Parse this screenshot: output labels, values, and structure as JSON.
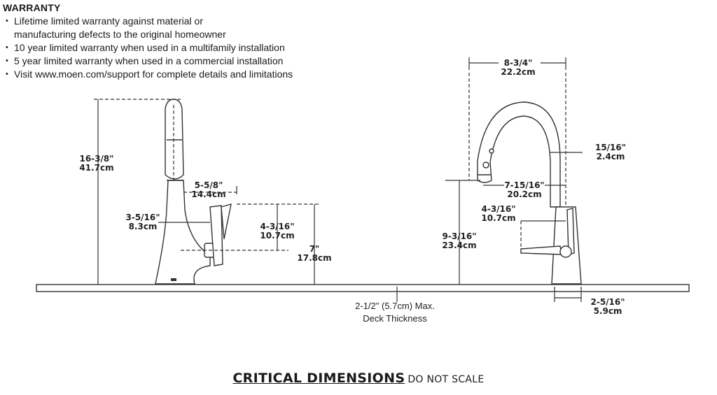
{
  "warranty": {
    "title": "WARRANTY",
    "items": [
      "Lifetime limited warranty against material or",
      "manufacturing defects to the original homeowner",
      "10 year limited warranty when used in a multifamily installation",
      "5 year limited warranty when used in a commercial installation",
      "Visit www.moen.com/support for complete details and limitations"
    ]
  },
  "side_view": {
    "height_in": "16-3/8\"",
    "height_cm": "41.7cm",
    "handle_depth_in": "5-5/8\"",
    "handle_depth_cm": "14.4cm",
    "base_height_in": "3-5/16\"",
    "base_height_cm": "8.3cm",
    "handle_height_in": "4-3/16\"",
    "handle_height_cm": "10.7cm",
    "handle_top_in": "7\"",
    "handle_top_cm": "17.8cm"
  },
  "front_view": {
    "spout_reach_in": "8-3/4\"",
    "spout_reach_cm": "22.2cm",
    "spout_dia_in": "15/16\"",
    "spout_dia_cm": "2.4cm",
    "spout_offset_in": "7-15/16\"",
    "spout_offset_cm": "20.2cm",
    "handle_reach_in": "4-3/16\"",
    "handle_reach_cm": "10.7cm",
    "clearance_in": "9-3/16\"",
    "clearance_cm": "23.4cm",
    "base_dia_in": "2-5/16\"",
    "base_dia_cm": "5.9cm"
  },
  "deck": {
    "thickness": "2-1/2\" (5.7cm) Max.",
    "thickness_label": "Deck Thickness"
  },
  "footer": {
    "title": "CRITICAL DIMENSIONS",
    "note": "DO NOT SCALE"
  }
}
